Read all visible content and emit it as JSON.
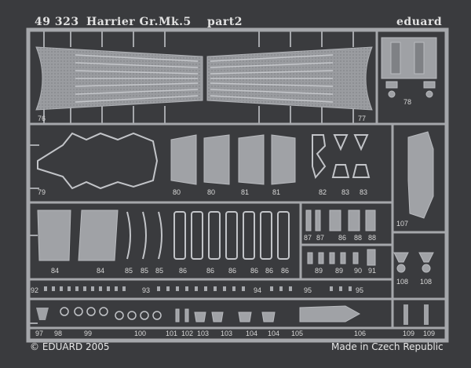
{
  "header": {
    "part_number": "49 323",
    "title": "Harrier Gr.Mk.5",
    "part": "part2",
    "brand": "eduard"
  },
  "footer": {
    "copyright": "© EDUARD 2005",
    "origin": "Made in Czech Republic"
  },
  "part_numbers": [
    "76",
    "77",
    "78",
    "79",
    "80",
    "80",
    "81",
    "81",
    "82",
    "83",
    "83",
    "84",
    "84",
    "85",
    "85",
    "85",
    "86",
    "86",
    "86",
    "86",
    "86",
    "86",
    "87",
    "87",
    "86",
    "88",
    "88",
    "89",
    "89",
    "90",
    "91",
    "92",
    "93",
    "94",
    "95",
    "95",
    "97",
    "98",
    "99",
    "100",
    "101",
    "102",
    "103",
    "103",
    "104",
    "104",
    "105",
    "106",
    "107",
    "108",
    "108",
    "109",
    "109"
  ],
  "colors": {
    "background": "#3a3b3e",
    "metal": "#a2a4a8",
    "frame": "#9c9ea2"
  }
}
